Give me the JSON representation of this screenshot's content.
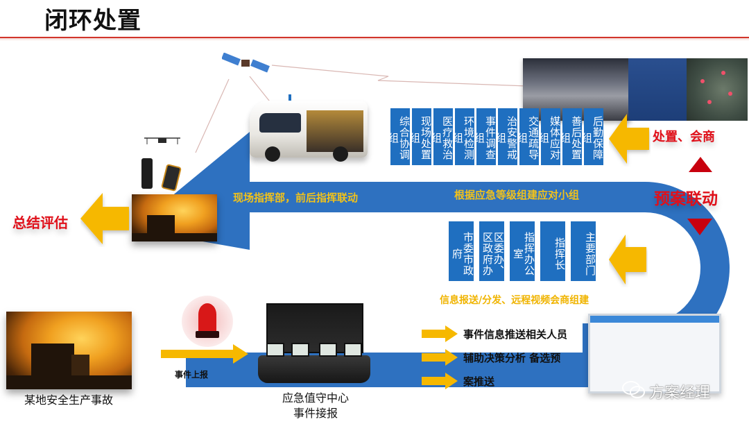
{
  "header": {
    "title": "闭环处置"
  },
  "colors": {
    "band_blue": "#2e71c0",
    "team_box_blue": "#1f6fc0",
    "arrow_yellow": "#f6b800",
    "label_yellow": "#f2c21a",
    "alert_red": "#e0101a",
    "triangle_red": "#c8000e",
    "title_rule_red": "#d2352a"
  },
  "flow": {
    "incident_caption": "某地安全生产事故",
    "report_label": "事件上报",
    "center_caption_line1": "应急值守中心",
    "center_caption_line2": "事件接报",
    "info_label": "信息报送/分发、远程视频会商组建",
    "group_label": "根据应急等级组建应对小组",
    "field_label": "现场指挥部，前后指挥联动",
    "dispose_label": "处置、会商",
    "plan_label": "预案联动",
    "summary_label": "总结评估"
  },
  "actions": [
    {
      "icon": "arrow-right-icon",
      "label": "事件信息推送相关人员"
    },
    {
      "icon": "arrow-right-icon",
      "label": "辅助决策分析 备选预"
    },
    {
      "icon": "arrow-right-icon",
      "label": "案推送"
    }
  ],
  "command_units": [
    {
      "label": "市委市政府"
    },
    {
      "label": "区委办、区政府办"
    },
    {
      "label": "指挥办公室"
    },
    {
      "label": "指挥长"
    },
    {
      "label": "主要部门"
    }
  ],
  "response_teams": [
    {
      "label": "综合协调组"
    },
    {
      "label": "现场处置组"
    },
    {
      "label": "医疗救治组"
    },
    {
      "label": "环境检测组"
    },
    {
      "label": "事件调查组"
    },
    {
      "label": "治安警戒组"
    },
    {
      "label": "交通疏导组"
    },
    {
      "label": "媒体应对组"
    },
    {
      "label": "善后处置组"
    },
    {
      "label": "后勤保障组"
    }
  ],
  "icons": {
    "satellite": "satellite-icon",
    "bus": "command-vehicle-icon",
    "drone": "drone-icon",
    "radio": "walkie-talkie-icon",
    "phone": "mobile-phone-icon",
    "alarm": "alarm-light-icon",
    "console": "monitoring-console-icon",
    "wechat": "wechat-icon"
  },
  "watermark": {
    "text": "方案经理"
  }
}
